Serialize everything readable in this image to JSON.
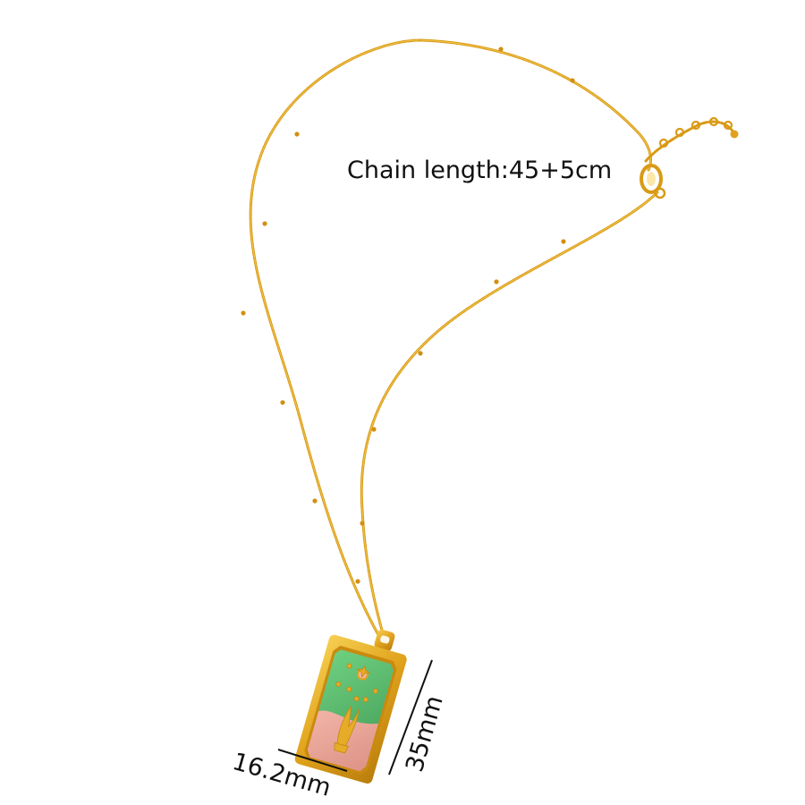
{
  "product": {
    "chain_length_label": "Chain length:45+5cm",
    "pendant_width_label": "16.2mm",
    "pendant_height_label": "35mm"
  },
  "colors": {
    "background": "#ffffff",
    "gold": "#e0a21c",
    "gold_dark": "#b97d0c",
    "gold_light": "#f7cf52",
    "enamel_green": "#5fbf72",
    "enamel_pink": "#e9a59a",
    "text": "#111111"
  },
  "icons": {
    "pendant_motif": "hand-holding-stars-icon"
  }
}
